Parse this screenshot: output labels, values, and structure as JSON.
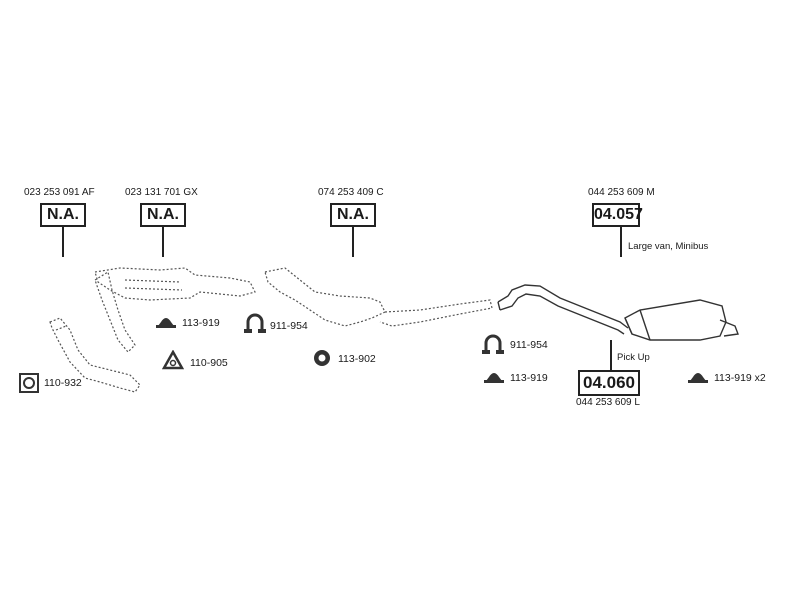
{
  "top_parts": [
    {
      "part_number": "023 253 091 AF",
      "code": "N.A."
    },
    {
      "part_number": "023 131 701 GX",
      "code": "N.A."
    },
    {
      "part_number": "074 253 409 C",
      "code": "N.A."
    },
    {
      "part_number": "044 253 609 M",
      "code": "04.057",
      "note": "Large van, Minibus"
    }
  ],
  "bottom_part": {
    "part_number": "044 253 609 L",
    "code": "04.060",
    "note": "Pick Up"
  },
  "accessories": [
    {
      "code": "113-919",
      "icon": "rubber-hanger-icon"
    },
    {
      "code": "911-954",
      "icon": "pipe-clamp-icon"
    },
    {
      "code": "110-905",
      "icon": "triangle-gasket-icon"
    },
    {
      "code": "110-932",
      "icon": "square-gasket-icon"
    },
    {
      "code": "113-902",
      "icon": "rubber-ring-icon"
    },
    {
      "code": "911-954",
      "icon": "pipe-clamp-icon"
    },
    {
      "code": "113-919",
      "icon": "rubber-hanger-icon"
    },
    {
      "code": "113-919 x2",
      "icon": "rubber-hanger-icon"
    }
  ]
}
